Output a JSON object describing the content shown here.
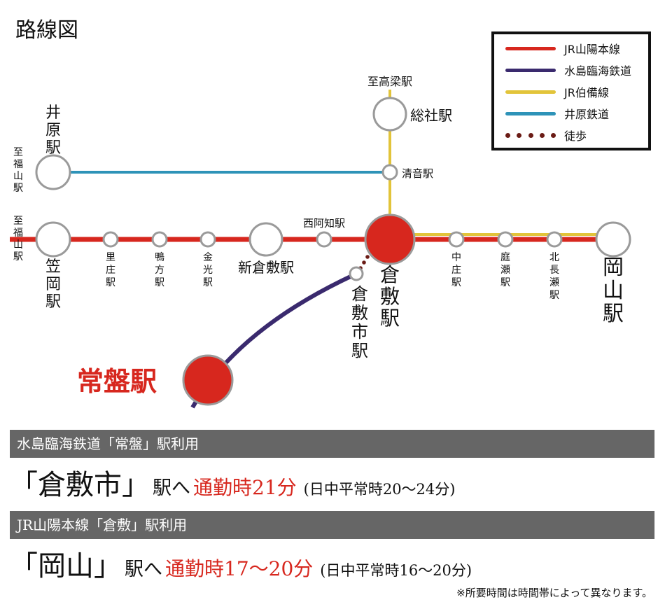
{
  "title": "路線図",
  "legend": {
    "items": [
      {
        "label": "JR山陽本線",
        "color": "#d7271e",
        "kind": "line"
      },
      {
        "label": "水島臨海鉄道",
        "color": "#3a2a6e",
        "kind": "line"
      },
      {
        "label": "JR伯備線",
        "color": "#e2c43a",
        "kind": "line"
      },
      {
        "label": "井原鉄道",
        "color": "#2e93b8",
        "kind": "line"
      },
      {
        "label": "徒歩",
        "color": "#6b1c16",
        "kind": "dots"
      }
    ]
  },
  "map": {
    "to_takahashi": "至高梁駅",
    "to_fukuyama_upper": "至福山駅",
    "to_fukuyama_lower": "至福山駅",
    "ibara": "井原駅",
    "kiyone": "清音駅",
    "soja": "総社駅",
    "nishiachi": "西阿知駅",
    "kasaoka": "笠岡駅",
    "satosho": "里庄駅",
    "kamogata": "鴨方駅",
    "konko": "金光駅",
    "shinkurashiki": "新倉敷駅",
    "kurashiki": "倉敷駅",
    "kurashikishi": "倉敷市駅",
    "nakasho": "中庄駅",
    "niwase": "庭瀬駅",
    "kitanagase": "北長瀬駅",
    "okayama": "岡山駅",
    "tokiwa": "常盤駅"
  },
  "routes": [
    {
      "header": "水島臨海鉄道「常盤」駅利用",
      "station": "「倉敷市」",
      "to": "駅へ",
      "commute": "通勤時21分",
      "daytime": "(日中平常時20～24分)"
    },
    {
      "header": "JR山陽本線「倉敷」駅利用",
      "station": "「岡山」",
      "to": "駅へ",
      "commute": "通勤時17～20分",
      "daytime": "(日中平常時16～20分)"
    }
  ],
  "note": "※所要時間は時間帯によって異なります。",
  "colors": {
    "sanyo": "#d7271e",
    "mizushima": "#3a2a6e",
    "hakubi": "#e2c43a",
    "ibara_line": "#2e93b8",
    "walk": "#6b1c16",
    "station_ring": "#9a9a9a",
    "bar": "#666666"
  }
}
